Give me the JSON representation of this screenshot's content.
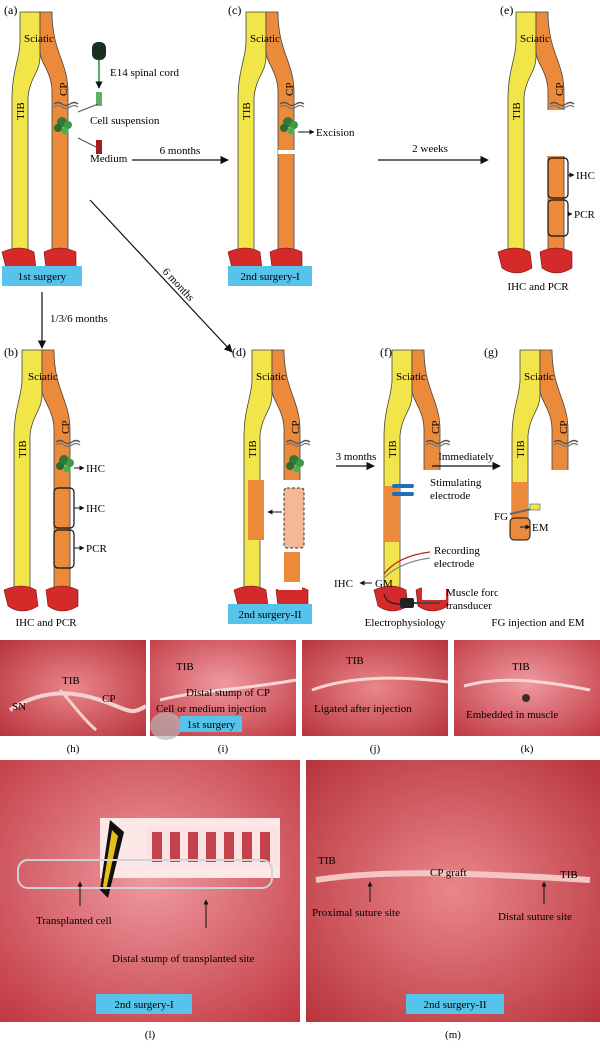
{
  "labels": {
    "a": "(a)",
    "b": "(b)",
    "c": "(c)",
    "d": "(d)",
    "e": "(e)",
    "f": "(f)",
    "g": "(g)",
    "h": "(h)",
    "i": "(i)",
    "j": "(j)",
    "k": "(k)",
    "l": "(l)",
    "m": "(m)"
  },
  "nerve": {
    "sciatic": "Sciatic",
    "tib": "TIB",
    "cp": "CP"
  },
  "a": {
    "e14": "E14 spinal cord",
    "cell_suspension": "Cell suspension",
    "medium": "Medium",
    "surgery": "1st surgery"
  },
  "arrows": {
    "a_to_c": "6 months",
    "a_to_d": "6 months",
    "a_to_b": "1/3/6 months",
    "c_to_e": "2 weeks",
    "d_to_f": "3 months",
    "f_to_g": "Immediately"
  },
  "b": {
    "ihc1": "IHC",
    "ihc2": "IHC",
    "pcr": "PCR",
    "caption": "IHC and PCR"
  },
  "c": {
    "excision": "Excision",
    "surgery": "2nd surgery-I"
  },
  "d": {
    "surgery": "2nd surgery-II"
  },
  "e": {
    "ihc": "IHC",
    "pcr": "PCR",
    "caption": "IHC and PCR"
  },
  "f": {
    "stim1": "Stimulating",
    "stim2": "electrode",
    "rec1": "Recording",
    "rec2": "electrode",
    "muscle1": "Muscle force",
    "muscle2": "transducer",
    "ihc": "IHC",
    "gm": "GM",
    "caption": "Electrophysiology"
  },
  "g": {
    "fg": "FG",
    "em": "EM",
    "caption": "FG injection and EM"
  },
  "photos": {
    "h": {
      "tib": "TIB",
      "sn": "SN",
      "cp": "CP"
    },
    "i": {
      "tib": "TIB",
      "stump": "Distal stump of CP",
      "injection": "Cell or medium injection",
      "surgery": "1st surgery"
    },
    "j": {
      "tib": "TIB",
      "ligated": "Ligated after injection"
    },
    "k": {
      "tib": "TIB",
      "embedded": "Embedded in muscle"
    },
    "l": {
      "cell": "Transplanted cell",
      "stump": "Distal stump of transplanted site",
      "surgery": "2nd surgery-I"
    },
    "m": {
      "tib1": "TIB",
      "graft": "CP graft",
      "tib2": "TIB",
      "proximal": "Proximal suture site",
      "distal": "Distal suture site",
      "surgery": "2nd surgery-II"
    }
  },
  "colors": {
    "yellow": "#f2e54a",
    "orange": "#ec8a3c",
    "muscle": "#d42a2a",
    "box": "#56c3ea",
    "tissue": "#d9555a"
  }
}
